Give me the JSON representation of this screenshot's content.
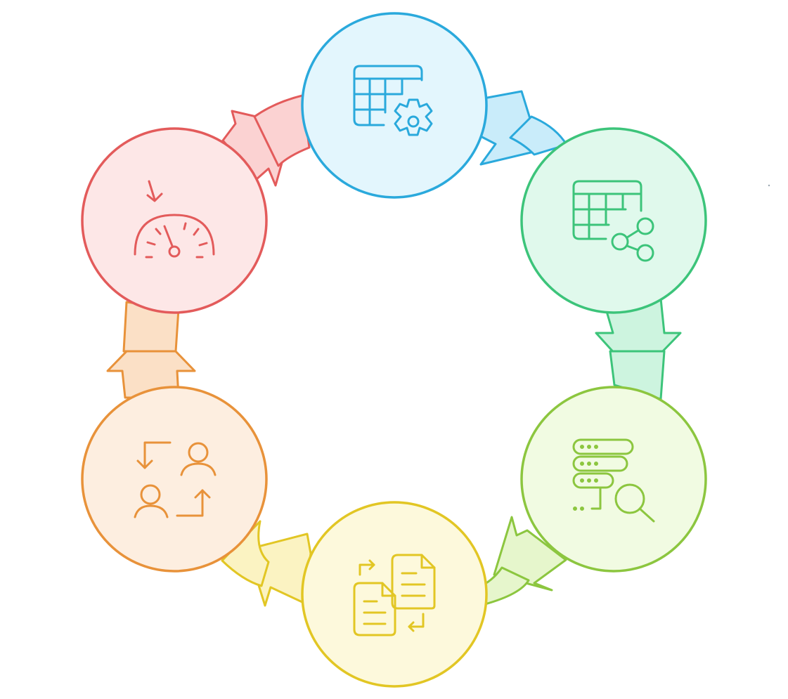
{
  "diagram": {
    "type": "cycle",
    "step_count": 6,
    "steps": [
      {
        "id": "step-1",
        "icon": "table-gear-icon",
        "color": "#2aa9dc",
        "fill": "#e3f6fd"
      },
      {
        "id": "step-2",
        "icon": "table-share-icon",
        "color": "#3cc47a",
        "fill": "#e0f9ec"
      },
      {
        "id": "step-3",
        "icon": "database-search-icon",
        "color": "#8cc63f",
        "fill": "#f1fbe2"
      },
      {
        "id": "step-4",
        "icon": "documents-swap-icon",
        "color": "#e2c624",
        "fill": "#fdf9dc"
      },
      {
        "id": "step-5",
        "icon": "users-exchange-icon",
        "color": "#e8923a",
        "fill": "#fdeee0"
      },
      {
        "id": "step-6",
        "icon": "gauge-icon",
        "color": "#e35b5b",
        "fill": "#fde7e7"
      }
    ],
    "arrows": [
      {
        "from": "step-1",
        "to": "step-2",
        "color": "#2aa9dc",
        "fill": "#c9ecfa"
      },
      {
        "from": "step-2",
        "to": "step-3",
        "color": "#3cc47a",
        "fill": "#cdf4df"
      },
      {
        "from": "step-3",
        "to": "step-4",
        "color": "#8cc63f",
        "fill": "#e6f6cc"
      },
      {
        "from": "step-4",
        "to": "step-5",
        "color": "#e2c624",
        "fill": "#fbf3c2"
      },
      {
        "from": "step-5",
        "to": "step-6",
        "color": "#e8923a",
        "fill": "#fbe0c6"
      },
      {
        "from": "step-6",
        "to": "step-1",
        "color": "#e35b5b",
        "fill": "#fbd2d2"
      }
    ]
  }
}
